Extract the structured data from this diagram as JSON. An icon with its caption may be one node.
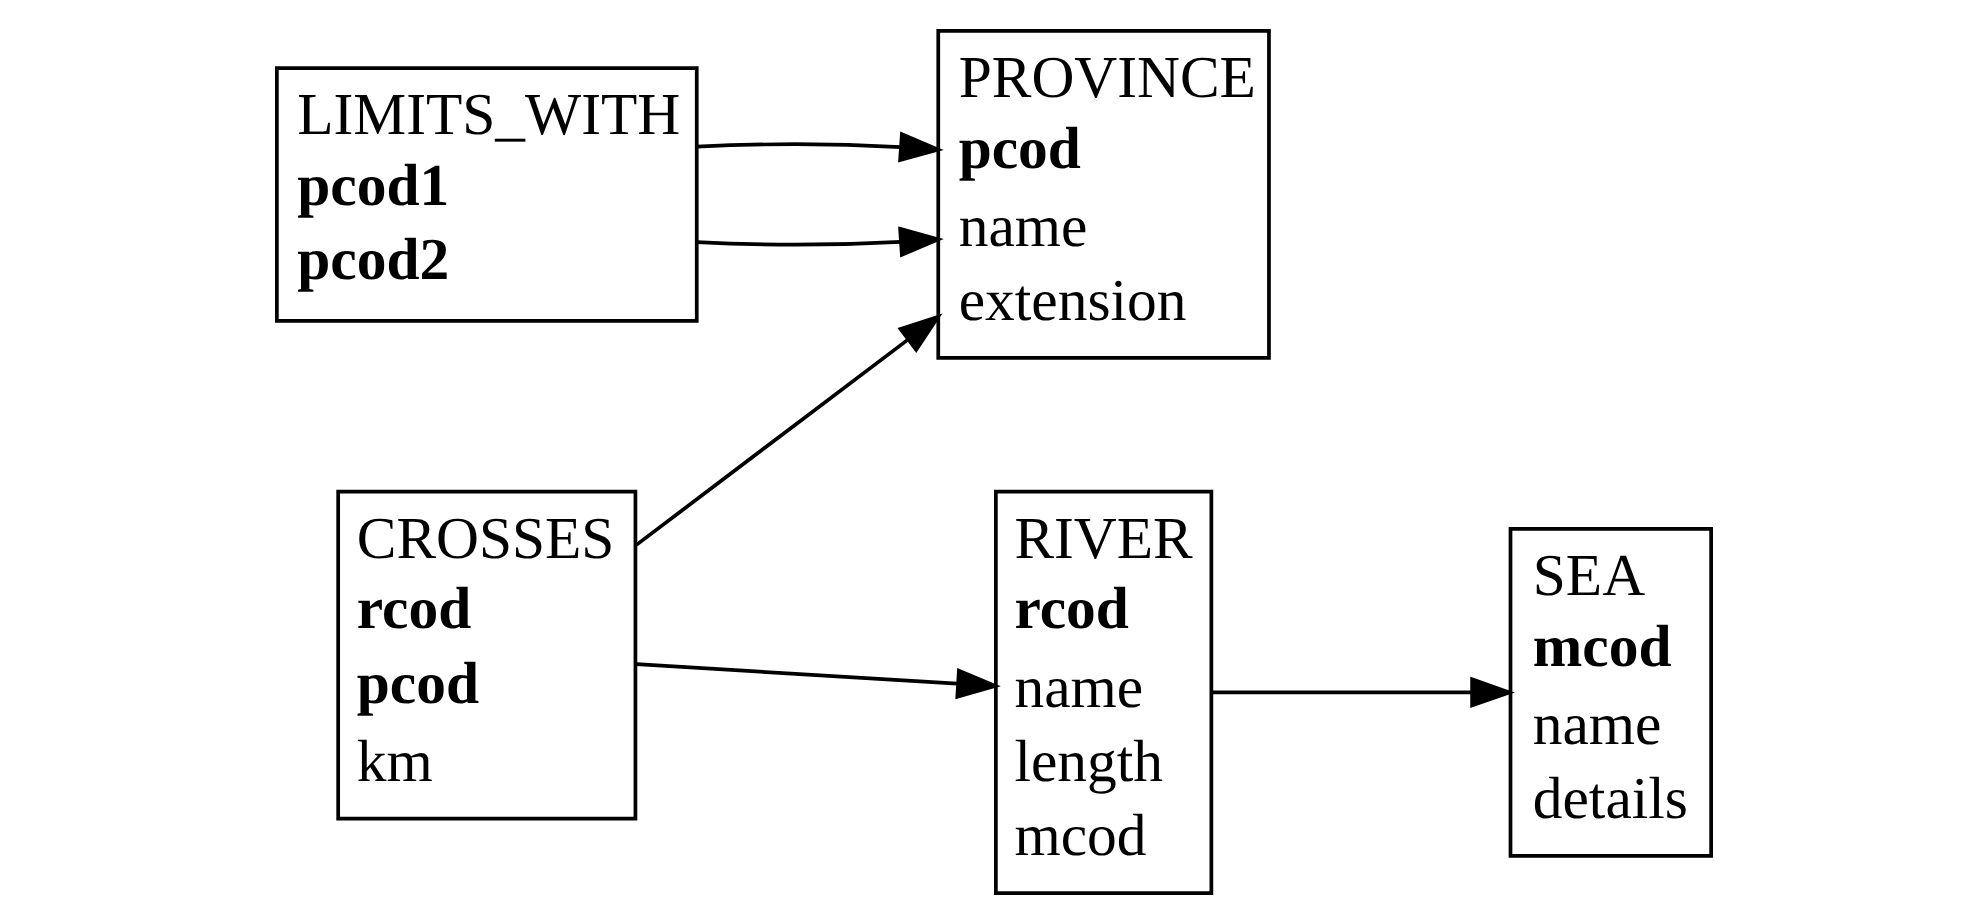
{
  "diagram": {
    "nodes": [
      {
        "text": [
          "PROVINCE",
          "pcod",
          "name",
          "extension"
        ]
      },
      {
        "text": [
          "CROSSES",
          "rcod",
          "pcod",
          "km"
        ]
      },
      {
        "text": [
          "RIVER",
          "rcod",
          "name",
          "length",
          "mcod"
        ]
      },
      {
        "text": [
          "SEA",
          "mcod",
          "name",
          "details"
        ]
      },
      {
        "text": [
          "LIMITS_WITH",
          "pcod1",
          "pcod2"
        ]
      }
    ],
    "edges": [
      {
        "from": 1,
        "to": 0,
        "arrow": "to"
      },
      {
        "from": 1,
        "to": 2,
        "arrow": "to"
      },
      {
        "from": 2,
        "to": 3,
        "arrow": "to"
      },
      {
        "from": 4,
        "to": 0,
        "arrow": "to"
      },
      {
        "from": 4,
        "to": 0,
        "arrow": "to"
      }
    ]
  }
}
